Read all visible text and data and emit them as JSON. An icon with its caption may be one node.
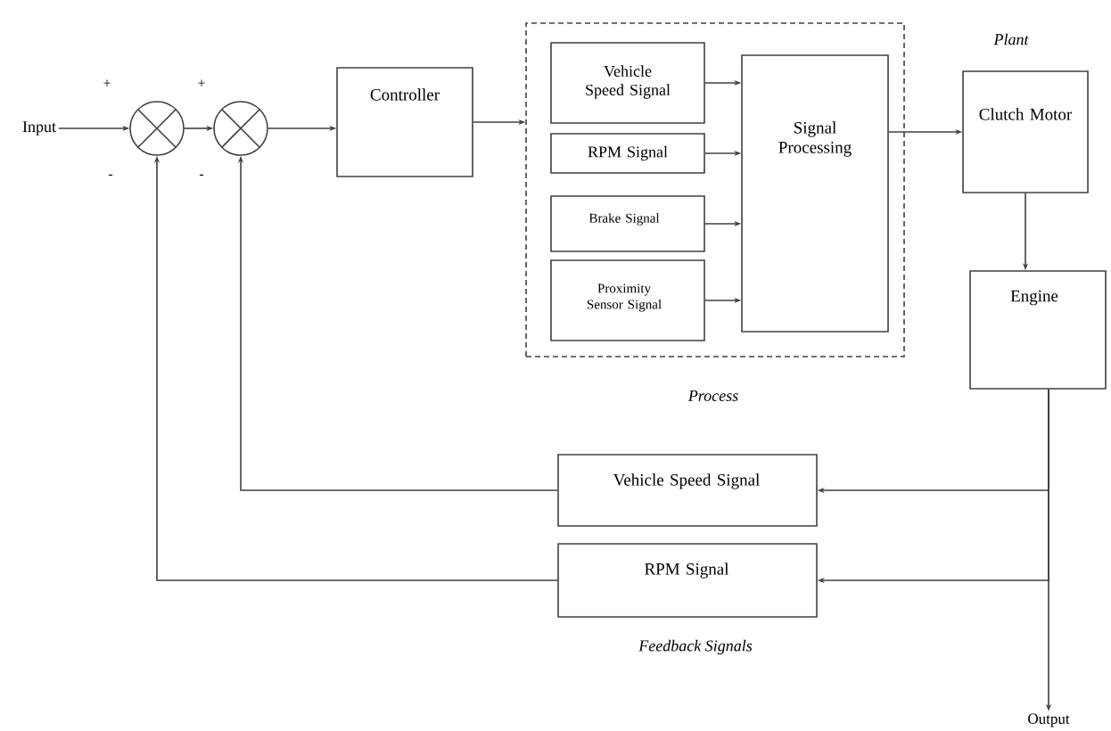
{
  "diagram": {
    "nodes": [
      {
        "text": [
          "Input"
        ]
      },
      {
        "text": [],
        "shape": "circle"
      },
      {
        "text": [],
        "shape": "circle"
      },
      {
        "text": [
          "Controller"
        ]
      },
      {
        "text": [
          "Process"
        ]
      },
      {
        "text": [
          "Vehicle Speed Signal"
        ],
        "in": 4
      },
      {
        "text": [
          "RPM Signal"
        ],
        "in": 4
      },
      {
        "text": [
          "Brake Signal"
        ],
        "in": 4
      },
      {
        "text": [
          "Proximity Sensor Signal"
        ],
        "in": 4
      },
      {
        "text": [
          "Signal Processing"
        ],
        "in": 4
      },
      {
        "text": [
          "Plant",
          "Clutch Motor"
        ]
      },
      {
        "text": [
          "Engine"
        ]
      },
      {
        "text": [
          "Vehicle Speed Signal"
        ]
      },
      {
        "text": [
          "RPM Signal"
        ]
      },
      {
        "text": [
          "Output"
        ]
      }
    ],
    "edges": [
      {
        "from": 0,
        "to": 1,
        "arrow": "to"
      },
      {
        "from": 1,
        "to": 2,
        "arrow": "to"
      },
      {
        "from": 2,
        "to": 3,
        "arrow": "to"
      },
      {
        "from": 3,
        "to": 4,
        "arrow": "to"
      },
      {
        "from": 5,
        "to": 9,
        "arrow": "to"
      },
      {
        "from": 6,
        "to": 9,
        "arrow": "to"
      },
      {
        "from": 7,
        "to": 9,
        "arrow": "to"
      },
      {
        "from": 8,
        "to": 9,
        "arrow": "to"
      },
      {
        "from": 9,
        "to": 10,
        "arrow": "to"
      },
      {
        "from": 10,
        "to": 11,
        "arrow": "to"
      },
      {
        "from": 11,
        "to": 14,
        "arrow": "to"
      },
      {
        "from": 11,
        "to": 12,
        "arrow": "to"
      },
      {
        "from": 11,
        "to": 13,
        "arrow": "to"
      },
      {
        "from": 12,
        "to": 2,
        "arrow": "to"
      },
      {
        "from": 13,
        "to": 1,
        "arrow": "to"
      }
    ],
    "labels": [
      "+",
      "+",
      "-",
      "-",
      "Feedback Signals"
    ]
  }
}
